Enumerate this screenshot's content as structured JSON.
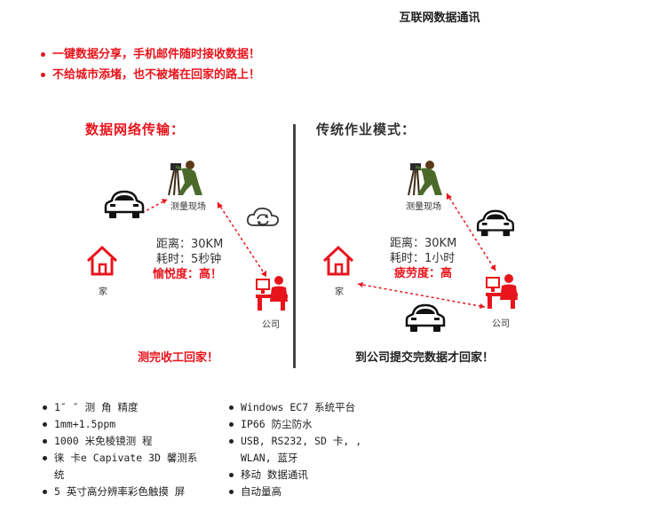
{
  "header": {
    "title": "互联网数据通讯"
  },
  "highlights": [
    "一键数据分享，手机邮件随时接收数据！",
    "不给城市添堵，也不被堵在回家的路上！"
  ],
  "left_panel": {
    "title": "数据网络传输：",
    "survey_site_label": "测量现场",
    "home_label": "家",
    "company_label": "公司",
    "distance": "距离：30KM",
    "time": "耗时：5秒钟",
    "mood": "愉悦度：高！",
    "caption": "测完收工回家！"
  },
  "right_panel": {
    "title": "传统作业模式：",
    "survey_site_label": "测量现场",
    "home_label": "家",
    "company_label": "公司",
    "distance": "距离：30KM",
    "time": "耗时：1小时",
    "fatigue": "疲劳度：高",
    "caption": "到公司提交完数据才回家！"
  },
  "specs_left": [
    "1″ ″ 测 角 精度",
    "1mm+1.5ppm",
    "1000 米免棱镜测 程",
    "徕 卡e Capivate 3D 馨测系",
    "统",
    "5 英寸高分辨率彩色触摸 屏"
  ],
  "specs_right": [
    "Windows EC7 系统平台",
    "IP66 防尘防水",
    "USB, RS232, SD 卡, ,",
    "WLAN, 蓝牙",
    "移动 数据通讯",
    "自动量高"
  ],
  "colors": {
    "accent_red": "#e8141c",
    "text_dark": "#222222"
  },
  "icons": [
    "car-icon",
    "house-icon",
    "surveyor-icon",
    "cloud-sync-icon",
    "office-worker-icon"
  ]
}
